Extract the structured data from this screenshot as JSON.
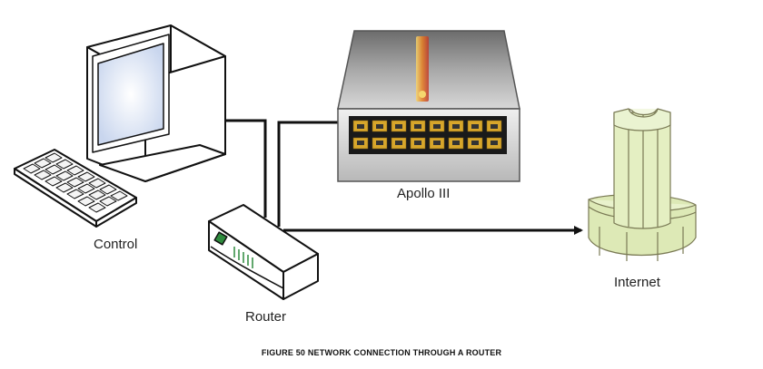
{
  "labels": {
    "control": "Control",
    "router": "Router",
    "apollo": "Apollo III",
    "internet": "Internet"
  },
  "caption": "FIGURE 50 NETWORK CONNECTION THROUGH A ROUTER",
  "colors": {
    "cable": "#111111",
    "device_body": "#9b9b9b",
    "port_gold": "#d7a62b",
    "internet_fill": "#e4efc2",
    "screen": "#dce6f5"
  },
  "icons": [
    "computer-monitor-icon",
    "keyboard-icon",
    "router-icon",
    "network-switch-icon",
    "internet-tower-icon"
  ]
}
